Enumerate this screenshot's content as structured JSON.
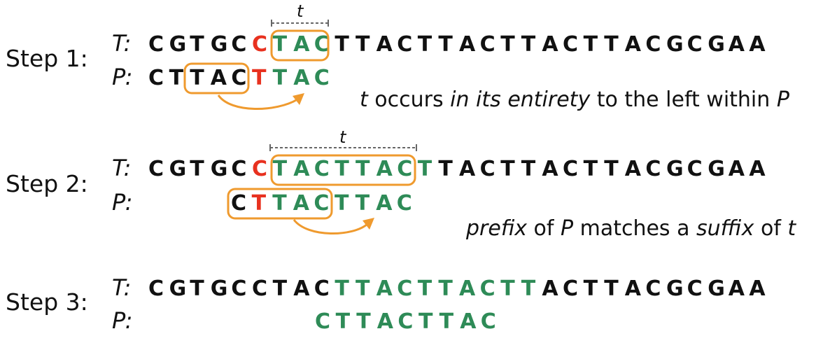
{
  "colors": {
    "black": "#111111",
    "red": "#e8311f",
    "green": "#2e8b57",
    "orange": "#ef9a2e"
  },
  "steps": [
    {
      "label": "Step 1:",
      "T_label": "T:",
      "P_label": "P:",
      "T": "CGTGCCTACTTACTTACTTACTTACGCGAA",
      "T_colors": "kkkkkrgggkkkkkkkkkkkkkkkkkkkkk",
      "P": "CTTACTTAC",
      "P_colors": "kkkkkrggg",
      "t_label": "t",
      "caption": [
        {
          "text": "t",
          "italic": true
        },
        {
          "text": " occurs ",
          "italic": false
        },
        {
          "text": "in its entirety",
          "italic": true
        },
        {
          "text": " to the left within ",
          "italic": false
        },
        {
          "text": "P",
          "italic": true
        }
      ]
    },
    {
      "label": "Step 2:",
      "T_label": "T:",
      "P_label": "P:",
      "T": "CGTGCCTACTTACTTACTTACTTACGCGAA",
      "T_colors": "kkkkkrggggggggkkkkkkkkkkkkkkkk",
      "P": "CTTACTTAC",
      "P_colors": "krggggggg",
      "t_label": "t",
      "caption": [
        {
          "text": "prefix",
          "italic": true
        },
        {
          "text": " of ",
          "italic": false
        },
        {
          "text": "P",
          "italic": true
        },
        {
          "text": " matches a ",
          "italic": false
        },
        {
          "text": "suffix",
          "italic": true
        },
        {
          "text": " of ",
          "italic": false
        },
        {
          "text": "t",
          "italic": true
        }
      ]
    },
    {
      "label": "Step 3:",
      "T_label": "T:",
      "P_label": "P:",
      "T": "CGTGCCTACTTACTTACTTACTTACGCGAA",
      "T_colors": "kkkkkkkkkggggggggggkkkkkkkkkkk",
      "P": "CTTACTTAC",
      "P_colors": "ggggggggg"
    }
  ]
}
